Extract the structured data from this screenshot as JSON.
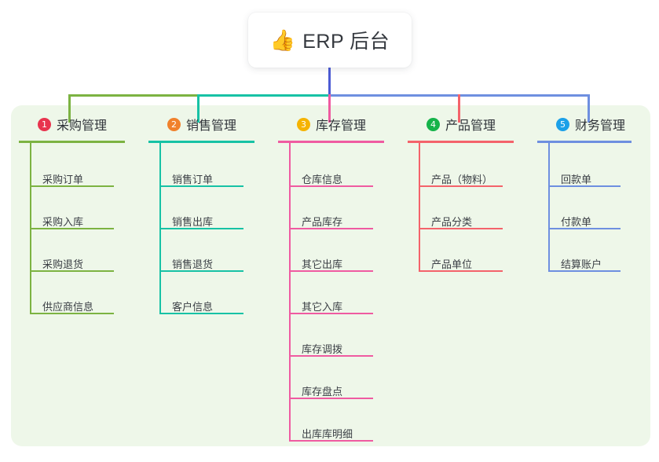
{
  "diagram": {
    "type": "mind-map",
    "root": {
      "icon": "thumbs-up-icon",
      "emoji": "👍",
      "title": "ERP 后台"
    },
    "canvas_color": "#eef7e9",
    "root_stem_color": "#4c5bd4",
    "branches": [
      {
        "number": "1",
        "title": "采购管理",
        "color": "#7cb342",
        "badge_color": "#e8344e",
        "items": [
          "采购订单",
          "采购入库",
          "采购退货",
          "供应商信息"
        ]
      },
      {
        "number": "2",
        "title": "销售管理",
        "color": "#17c2a5",
        "badge_color": "#f0812c",
        "items": [
          "销售订单",
          "销售出库",
          "销售退货",
          "客户信息"
        ]
      },
      {
        "number": "3",
        "title": "库存管理",
        "color": "#ef5ba1",
        "badge_color": "#f5b301",
        "items": [
          "仓库信息",
          "产品库存",
          "其它出库",
          "其它入库",
          "库存调拨",
          "库存盘点",
          "出库库明细"
        ]
      },
      {
        "number": "4",
        "title": "产品管理",
        "color": "#f4636b",
        "badge_color": "#15b34a",
        "items": [
          "产品（物料）",
          "产品分类",
          "产品单位"
        ]
      },
      {
        "number": "5",
        "title": "财务管理",
        "color": "#6e8fe0",
        "badge_color": "#1ca0e8",
        "items": [
          "回款单",
          "付款单",
          "结算账户"
        ]
      }
    ]
  }
}
